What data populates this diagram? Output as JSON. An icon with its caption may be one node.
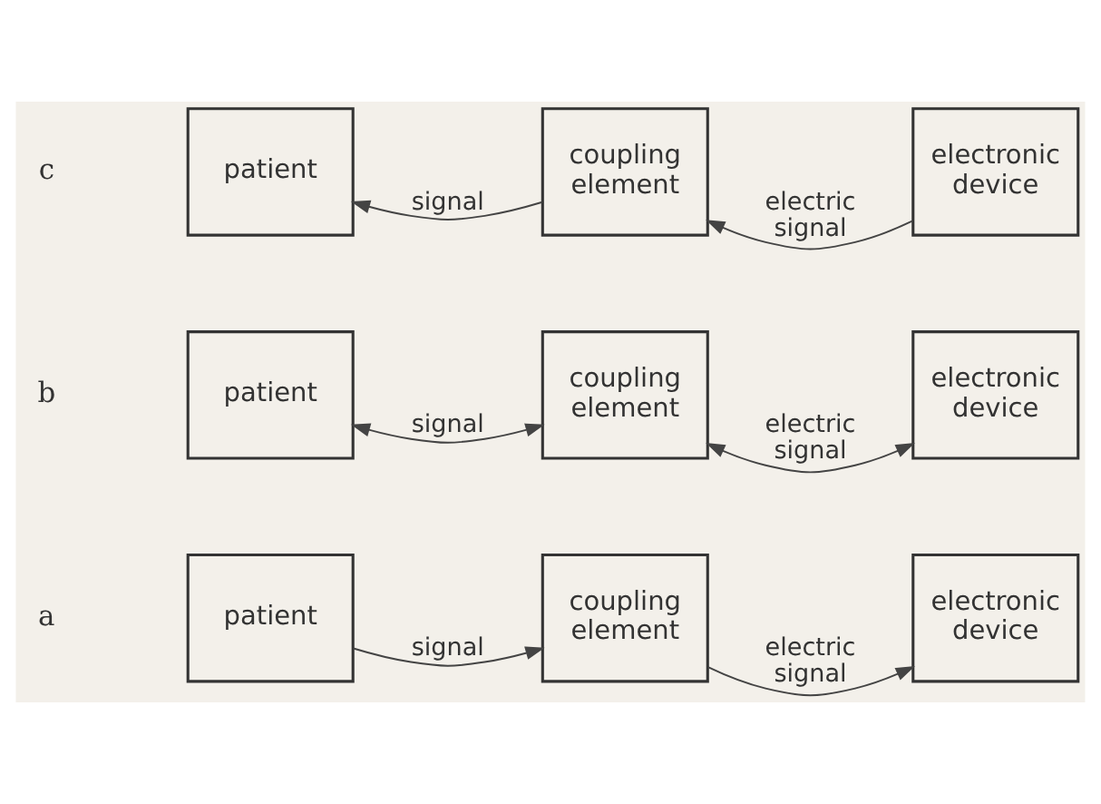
{
  "diagram": {
    "nodes": [
      {
        "text": [
          "patient"
        ]
      },
      {
        "text": [
          "coupling element"
        ]
      },
      {
        "text": [
          "electronic device"
        ]
      },
      {
        "text": [
          "patient"
        ]
      },
      {
        "text": [
          "coupling element"
        ]
      },
      {
        "text": [
          "electronic device"
        ]
      },
      {
        "text": [
          "patient"
        ]
      },
      {
        "text": [
          "coupling element"
        ]
      },
      {
        "text": [
          "electronic device"
        ]
      }
    ],
    "edges": [
      {
        "from": 0,
        "to": 1,
        "arrow": "to",
        "label": "signal"
      },
      {
        "from": 1,
        "to": 2,
        "arrow": "to",
        "label": "electric signal"
      },
      {
        "from": 3,
        "to": 4,
        "arrow": "both",
        "label": "signal"
      },
      {
        "from": 4,
        "to": 5,
        "arrow": "both",
        "label": "electric signal"
      },
      {
        "from": 7,
        "to": 6,
        "arrow": "to",
        "label": "signal"
      },
      {
        "from": 8,
        "to": 7,
        "arrow": "to",
        "label": "electric signal"
      }
    ],
    "labels": [
      "a",
      "b",
      "c"
    ]
  }
}
